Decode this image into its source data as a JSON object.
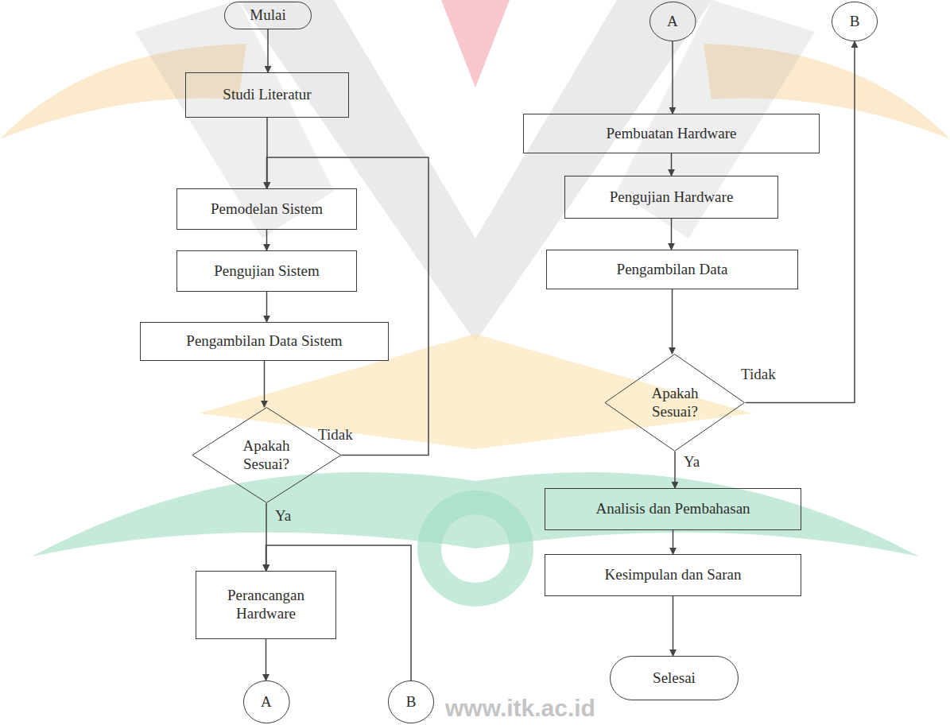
{
  "diagram": {
    "nodes": [
      {
        "text": [
          "Mulai"
        ]
      },
      {
        "text": [
          "Studi Literatur"
        ]
      },
      {
        "text": [
          "Pemodelan Sistem"
        ]
      },
      {
        "text": [
          "Pengujian Sistem"
        ]
      },
      {
        "text": [
          "Pengambilan Data Sistem"
        ]
      },
      {
        "text": [
          "Apakah Sesuai?"
        ]
      },
      {
        "text": [
          "Perancangan Hardware"
        ]
      },
      {
        "text": [
          "A"
        ]
      },
      {
        "text": [
          "B"
        ]
      },
      {
        "text": [
          "A"
        ]
      },
      {
        "text": [
          "B"
        ]
      },
      {
        "text": [
          "Pembuatan Hardware"
        ]
      },
      {
        "text": [
          "Pengujian Hardware"
        ]
      },
      {
        "text": [
          "Pengambilan Data"
        ]
      },
      {
        "text": [
          "Apakah Sesuai?"
        ]
      },
      {
        "text": [
          "Analisis dan Pembahasan"
        ]
      },
      {
        "text": [
          "Kesimpulan dan Saran"
        ]
      },
      {
        "text": [
          "Selesai"
        ]
      }
    ],
    "edges": [
      {
        "from": 0,
        "to": 1,
        "arrow": "to"
      },
      {
        "from": 1,
        "to": 2,
        "arrow": "to"
      },
      {
        "from": 2,
        "to": 3,
        "arrow": "to"
      },
      {
        "from": 3,
        "to": 4,
        "arrow": "to"
      },
      {
        "from": 4,
        "to": 5,
        "arrow": "to"
      },
      {
        "from": 5,
        "to": 2,
        "label": "Tidak",
        "arrow": "to"
      },
      {
        "from": 5,
        "to": 6,
        "label": "Ya",
        "arrow": "to"
      },
      {
        "from": 8,
        "to": 6,
        "arrow": "to"
      },
      {
        "from": 6,
        "to": 7,
        "arrow": "to"
      },
      {
        "from": 9,
        "to": 11,
        "arrow": "to"
      },
      {
        "from": 11,
        "to": 12,
        "arrow": "to"
      },
      {
        "from": 12,
        "to": 13,
        "arrow": "to"
      },
      {
        "from": 13,
        "to": 14,
        "arrow": "to"
      },
      {
        "from": 14,
        "to": 10,
        "label": "Tidak",
        "arrow": "to"
      },
      {
        "from": 14,
        "to": 15,
        "label": "Ya",
        "arrow": "to"
      },
      {
        "from": 15,
        "to": 16,
        "arrow": "to"
      },
      {
        "from": 16,
        "to": 17,
        "arrow": "to"
      }
    ],
    "labels": [
      "www.itk.ac.id"
    ]
  }
}
